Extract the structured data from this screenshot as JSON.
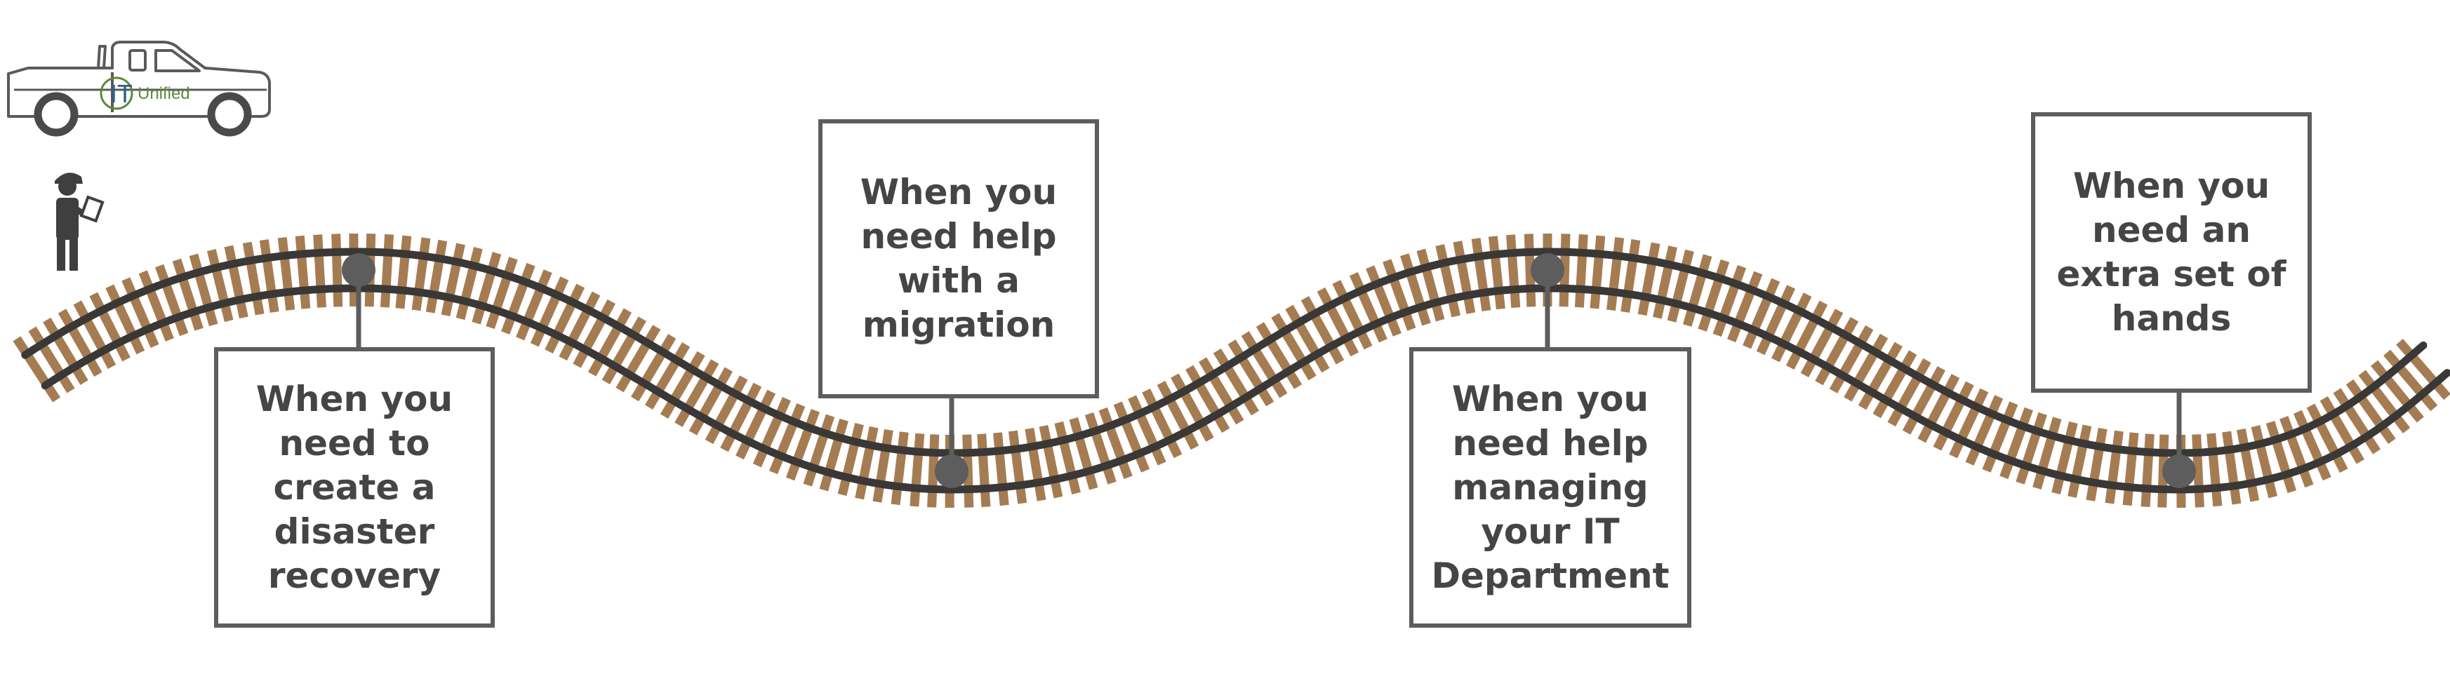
{
  "logo": {
    "brand_letters": "IT",
    "brand_word": "Unified"
  },
  "milestones": [
    {
      "label": "When you\nneed to\ncreate a\ndisaster\nrecovery"
    },
    {
      "label": "When you\nneed help\nwith a\nmigration"
    },
    {
      "label": "When you\nneed help\nmanaging\nyour IT\nDepartment"
    },
    {
      "label": "When you\nneed an\nextra set of\nhands"
    }
  ],
  "colors": {
    "tie": "#a57c52",
    "rail": "#3a3836",
    "marker": "#5d5d5d",
    "box_border": "#5d5d5d",
    "text": "#454545",
    "logo_green": "#5b8a3a",
    "logo_blue": "#2e5f8a"
  },
  "icons": [
    "pickup-truck-icon",
    "worker-with-clipboard-icon"
  ]
}
